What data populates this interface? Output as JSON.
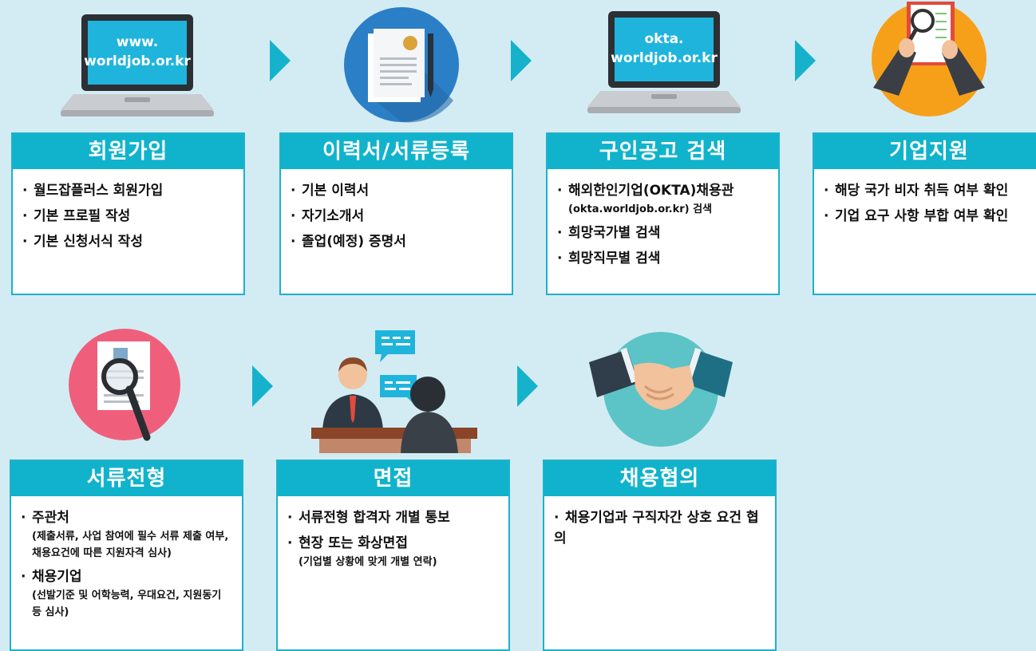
{
  "steps": [
    {
      "title": "회원가입",
      "screen_text": [
        "www.",
        "worldjob.or.kr"
      ],
      "items": [
        {
          "text": "월드잡플러스 회원가입"
        },
        {
          "text": "기본 프로필 작성"
        },
        {
          "text": "기본 신청서식 작성"
        }
      ]
    },
    {
      "title": "이력서/서류등록",
      "items": [
        {
          "text": "기본 이력서"
        },
        {
          "text": "자기소개서"
        },
        {
          "text": "졸업(예정) 증명서"
        }
      ]
    },
    {
      "title": "구인공고 검색",
      "screen_text": [
        "okta.",
        "worldjob.or.kr"
      ],
      "items": [
        {
          "text": "해외한인기업(OKTA)채용관",
          "sub": "(okta.worldjob.or.kr) 검색"
        },
        {
          "text": "희망국가별 검색"
        },
        {
          "text": "희망직무별 검색"
        }
      ]
    },
    {
      "title": "기업지원",
      "items": [
        {
          "text": "해당 국가 비자 취득 여부 확인"
        },
        {
          "text": "기업 요구 사항 부합 여부 확인"
        }
      ]
    },
    {
      "title": "서류전형",
      "items": [
        {
          "text": "주관처",
          "sub": "(제출서류, 사업 참여에 필수 서류 제출 여부, 채용요건에 따른 지원자격 심사)"
        },
        {
          "text": "채용기업",
          "sub": "(선발기준 및 어학능력, 우대요건, 지원동기 등 심사)"
        }
      ]
    },
    {
      "title": "면접",
      "items": [
        {
          "text": "서류전형 합격자 개별 통보"
        },
        {
          "text": "현장 또는 화상면접",
          "sub": "(기업별 상황에 맞게 개별 연락)"
        }
      ]
    },
    {
      "title": "채용협의",
      "items": [
        {
          "text": "채용기업과 구직자간 상호 요건 협의"
        }
      ]
    }
  ],
  "bullet": "·",
  "colors": {
    "background": "#d3ecf4",
    "accent": "#11b3cc",
    "icon_blue": "#2b7fc6",
    "icon_orange": "#f6a01a",
    "icon_pink": "#ef5f7b",
    "icon_teal": "#5cc4c6"
  },
  "icons": [
    "laptop-icon",
    "document-icon",
    "laptop-icon",
    "contract-review-icon",
    "resume-magnifier-icon",
    "interview-icon",
    "handshake-icon"
  ]
}
